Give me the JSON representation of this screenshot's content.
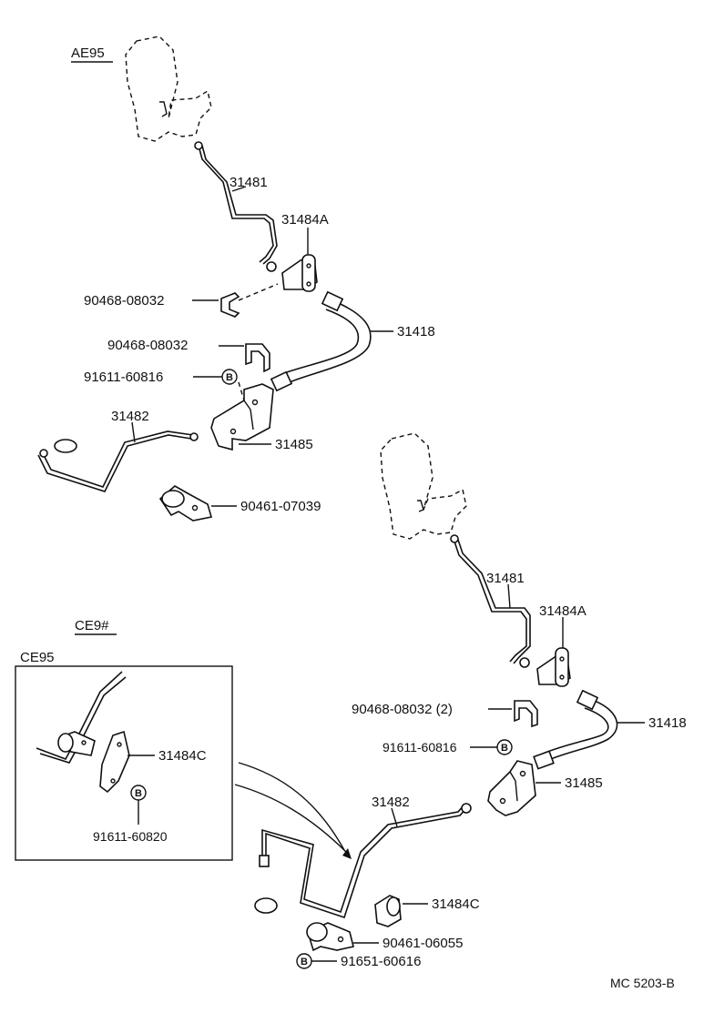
{
  "groups": {
    "ae95": "AE95",
    "ce9": "CE9#",
    "ce95": "CE95"
  },
  "labels": {
    "top_31481": "31481",
    "top_31484A": "31484A",
    "top_90468_a": "90468-08032",
    "top_31418": "31418",
    "top_90468_b": "90468-08032",
    "top_91611": "91611-60816",
    "top_31482": "31482",
    "top_31485": "31485",
    "top_90461": "90461-07039",
    "bot_31481": "31481",
    "bot_31484A": "31484A",
    "bot_90468": "90468-08032 (2)",
    "bot_31418": "31418",
    "bot_91611": "91611-60816",
    "bot_31485": "31485",
    "bot_31482": "31482",
    "bot_31484C": "31484C",
    "bot_90461": "90461-06055",
    "bot_91651": "91651-60616",
    "inset_31484C": "31484C",
    "inset_91611": "91611-60820"
  },
  "markers": {
    "b": "B"
  },
  "footer": {
    "code": "MC 5203-B"
  }
}
